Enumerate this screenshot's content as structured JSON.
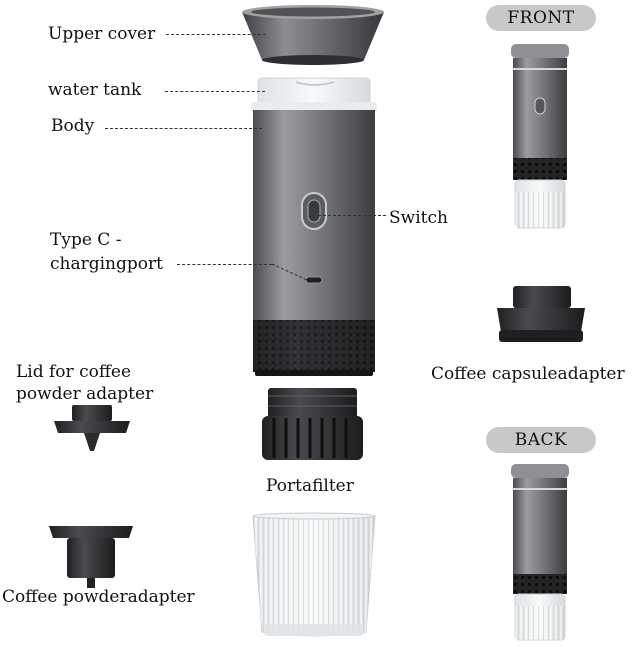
{
  "labels": {
    "upper_cover": "Upper cover",
    "water_tank": "water tank",
    "body": "Body",
    "switch": "Switch",
    "type_c_line1": "Type C -",
    "type_c_line2": "chargingport",
    "lid_line1": "Lid for coffee",
    "lid_line2": "powder adapter",
    "portafilter": "Portafilter",
    "powder_adapter": "Coffee powderadapter",
    "capsule_adapter": "Coffee capsuleadapter"
  },
  "views": {
    "front": "FRONT",
    "back": "BACK"
  },
  "colors": {
    "body_metal": "#6e7075",
    "dark_part": "#2b2c2e",
    "pill_bg": "#c8c8c8",
    "clear_cup": "#e8ecee"
  },
  "icons": {
    "switch": "switch-button-icon",
    "port": "usb-c-port-icon"
  }
}
